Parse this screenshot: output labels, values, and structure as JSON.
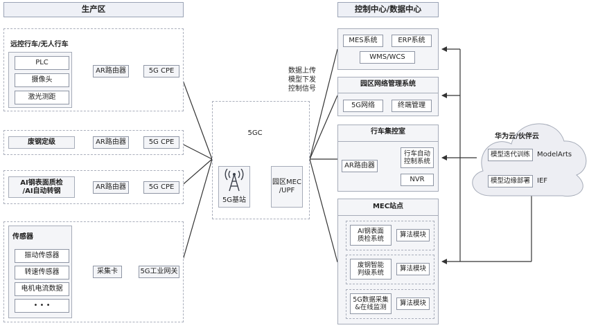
{
  "zones": {
    "production": "生产区",
    "control": "控制中心/数据中心"
  },
  "production": {
    "crane": {
      "title": "远控行车/无人行车",
      "items": [
        "PLC",
        "摄像头",
        "激光测距"
      ],
      "router": "AR路由器",
      "cpe": "5G CPE"
    },
    "scrap": {
      "title": "废钢定级",
      "router": "AR路由器",
      "cpe": "5G CPE"
    },
    "ai": {
      "title_line1": "AI钢表面质检",
      "title_line2": "/AI自动转钢",
      "router": "AR路由器",
      "cpe": "5G CPE"
    },
    "sensors": {
      "title": "传感器",
      "items": [
        "振动传感器",
        "转速传感器",
        "电机电流数据",
        "• • •"
      ],
      "card": "采集卡",
      "gateway": "5G工业网关"
    }
  },
  "core": {
    "note": [
      "数据上传",
      "模型下发",
      "控制信号"
    ],
    "cloud": "5GC",
    "bs": "5G基站",
    "mec_line1": "园区MEC",
    "mec_line2": "/UPF"
  },
  "control": {
    "systems": [
      "MES系统",
      "ERP系统",
      "WMS/WCS"
    ],
    "park": {
      "title": "园区网络管理系统",
      "items": [
        "5G网络",
        "终端管理"
      ]
    },
    "crane_center": {
      "title": "行车集控室",
      "router": "AR路由器",
      "auto_line1": "行车自动",
      "auto_line2": "控制系统",
      "nvr": "NVR"
    },
    "mec": {
      "title": "MEC站点",
      "rows": [
        {
          "name_line1": "AI钢表面",
          "name_line2": "质检系统",
          "algo": "算法模块"
        },
        {
          "name_line1": "废钢智能",
          "name_line2": "判级系统",
          "algo": "算法模块"
        },
        {
          "name_line1": "5G数据采集",
          "name_line2": "&在线监测",
          "algo": "算法模块"
        }
      ]
    }
  },
  "cloud": {
    "title": "华为云/伙伴云",
    "train": "模型迭代训练",
    "deploy": "模型边缘部署",
    "modelarts": "ModelArts",
    "ief": "IEF"
  }
}
